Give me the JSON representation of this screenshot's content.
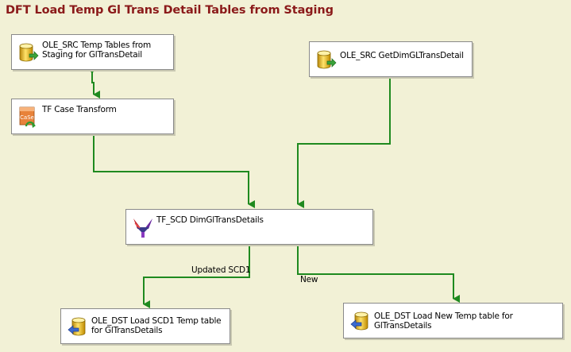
{
  "header": {
    "title": "DFT Load Temp Gl Trans Detail Tables from Staging"
  },
  "nodes": {
    "src_temp": {
      "label": "OLE_SRC Temp Tables from Staging for GlTransDetail",
      "icon": "ole-db-source-icon"
    },
    "src_dim": {
      "label": "OLE_SRC GetDimGLTransDetail",
      "icon": "ole-db-source-icon"
    },
    "case_transform": {
      "label": "TF Case Transform",
      "icon": "case-transform-icon",
      "icon_text": "CaSe"
    },
    "scd": {
      "label": "TF_SCD DimGlTransDetails",
      "icon": "slowly-changing-dimension-icon"
    },
    "dst_scd1": {
      "label": "OLE_DST Load SCD1 Temp table for GlTransDetails",
      "icon": "ole-db-destination-icon"
    },
    "dst_new": {
      "label": "OLE_DST Load New Temp table for GlTransDetails",
      "icon": "ole-db-destination-icon"
    }
  },
  "paths": {
    "updated_scd1": "Updated SCD1",
    "new": "New"
  },
  "colors": {
    "background": "#f2f1d6",
    "title": "#8b1a1a",
    "connector": "#1f8a1f",
    "node_border": "#8a8a8a"
  }
}
